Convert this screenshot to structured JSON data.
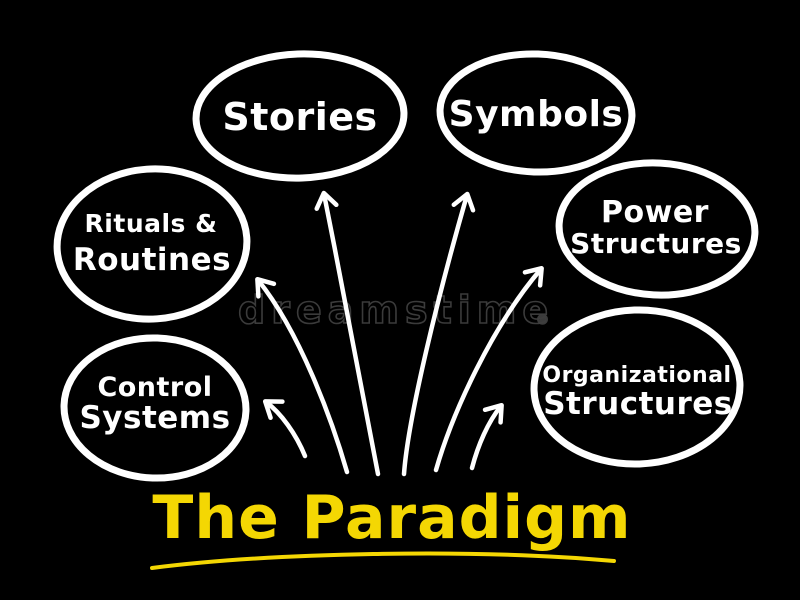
{
  "title": {
    "label": "The Paradigm"
  },
  "nodes": [
    {
      "id": "stories",
      "lines": [
        "Stories"
      ]
    },
    {
      "id": "symbols",
      "lines": [
        "Symbols"
      ]
    },
    {
      "id": "rituals-routines",
      "lines": [
        "Rituals &",
        "Routines"
      ]
    },
    {
      "id": "power-structures",
      "lines": [
        "Power",
        "Structures"
      ]
    },
    {
      "id": "control-systems",
      "lines": [
        "Control",
        "Systems"
      ]
    },
    {
      "id": "organizational-structures",
      "lines": [
        "Organizational",
        "Structures"
      ]
    }
  ],
  "edges": [
    {
      "from": "the-paradigm",
      "to": "rituals-routines"
    },
    {
      "from": "the-paradigm",
      "to": "stories"
    },
    {
      "from": "the-paradigm",
      "to": "symbols"
    },
    {
      "from": "the-paradigm",
      "to": "power-structures"
    },
    {
      "from": "the-paradigm",
      "to": "control-systems"
    },
    {
      "from": "the-paradigm",
      "to": "organizational-structures"
    }
  ],
  "watermark": {
    "text": "dreamstime",
    "registered": "®"
  },
  "colors": {
    "background": "#000000",
    "stroke": "#ffffff",
    "accent_yellow": "#f4d703",
    "watermark_gray": "#3f3f3f"
  }
}
